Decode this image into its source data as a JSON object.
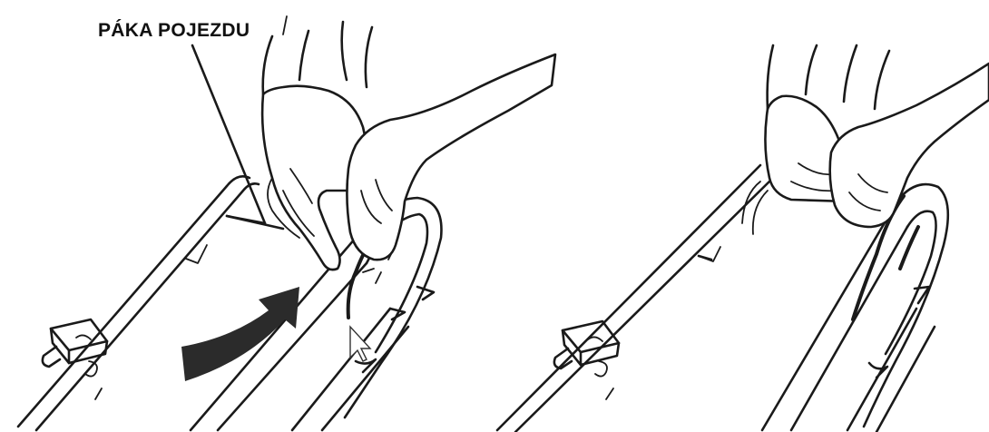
{
  "callout": {
    "label": "PÁKA POJEZDU"
  },
  "panels": [
    {
      "id": "before",
      "arrow": "curved-arrow-up-right",
      "state": "lever-released"
    },
    {
      "id": "after",
      "state": "lever-pulled-to-handle"
    }
  ],
  "colors": {
    "ink": "#1a1a1a",
    "arrow": "#2b2b2b",
    "background": "#ffffff"
  }
}
